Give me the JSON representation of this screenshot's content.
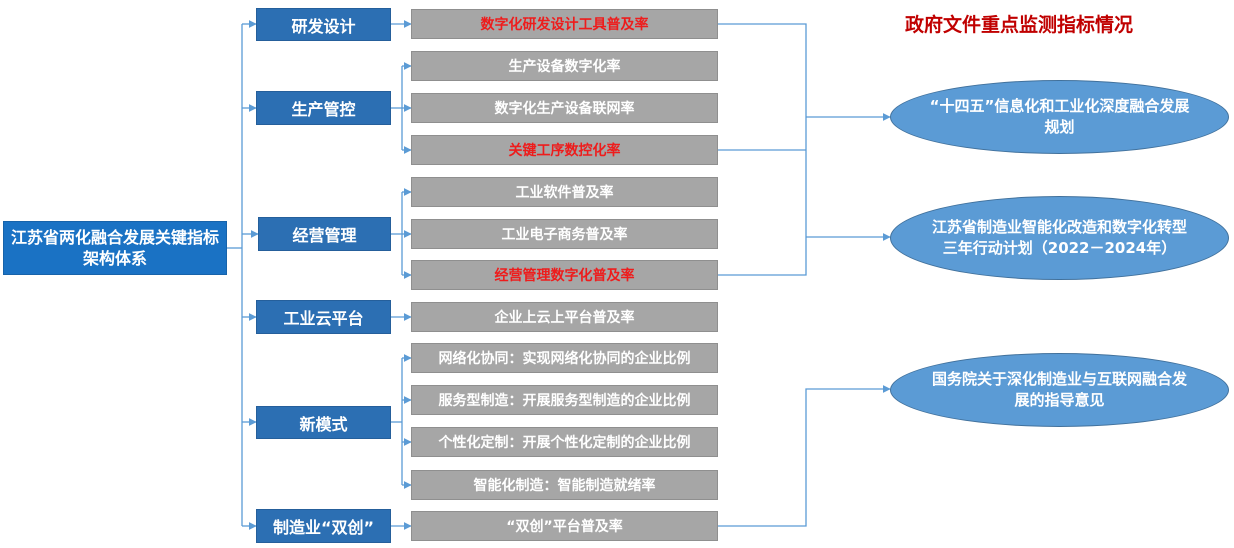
{
  "title": "政府文件重点监测指标情况",
  "root": "江苏省两化融合发展关键指标架构体系",
  "categories": [
    "研发设计",
    "生产管控",
    "经营管理",
    "工业云平台",
    "新模式",
    "制造业“双创”"
  ],
  "indicators": [
    "数字化研发设计工具普及率",
    "生产设备数字化率",
    "数字化生产设备联网率",
    "关键工序数控化率",
    "工业软件普及率",
    "工业电子商务普及率",
    "经营管理数字化普及率",
    "企业上云上平台普及率",
    "网络化协同：实现网络化协同的企业比例",
    "服务型制造：开展服务型制造的企业比例",
    "个性化定制：开展个性化定制的企业比例",
    "智能化制造：智能制造就绪率",
    "“双创”平台普及率"
  ],
  "documents": [
    "“十四五”信息化和工业化深度融合发展规划",
    "江苏省制造业智能化改造和数字化转型三年行动计划（2022－2024年）",
    "国务院关于深化制造业与互联网融合发展的指导意见"
  ],
  "colors": {
    "category": "#2c6fb3",
    "indicator": "#a6a6a6",
    "highlight": "#ee1c1c",
    "document": "#5b9bd5",
    "title": "#c00000"
  }
}
